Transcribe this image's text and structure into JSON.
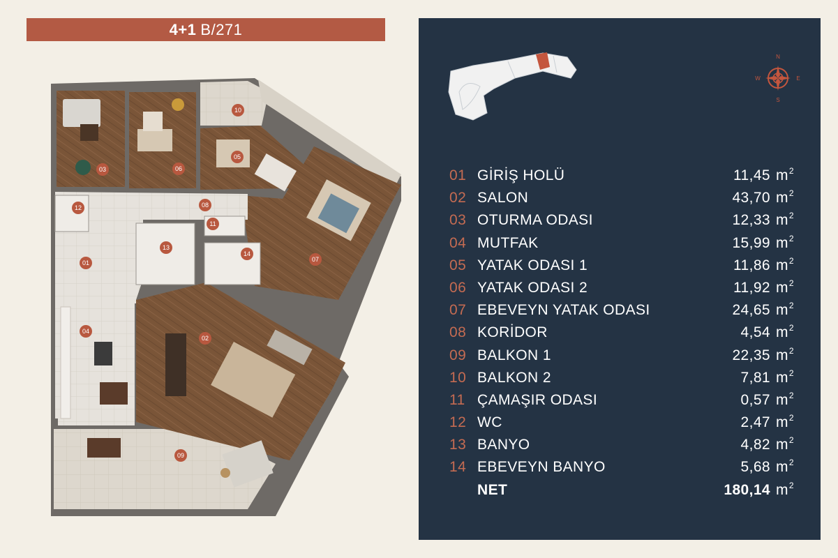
{
  "header": {
    "type_bold": "4+1",
    "type_rest": "B/271"
  },
  "compass": {
    "n": "N",
    "e": "E",
    "s": "S",
    "w": "W"
  },
  "unit_label": "m",
  "unit_power": "2",
  "rooms": [
    {
      "num": "01",
      "name": "GİRİŞ HOLÜ",
      "area": "11,45"
    },
    {
      "num": "02",
      "name": "SALON",
      "area": "43,70"
    },
    {
      "num": "03",
      "name": "OTURMA ODASI",
      "area": "12,33"
    },
    {
      "num": "04",
      "name": "MUTFAK",
      "area": "15,99"
    },
    {
      "num": "05",
      "name": "YATAK ODASI 1",
      "area": "11,86"
    },
    {
      "num": "06",
      "name": "YATAK ODASI 2",
      "area": "11,92"
    },
    {
      "num": "07",
      "name": "EBEVEYN YATAK ODASI",
      "area": "24,65"
    },
    {
      "num": "08",
      "name": "KORİDOR",
      "area": "4,54"
    },
    {
      "num": "09",
      "name": "BALKON 1",
      "area": "22,35"
    },
    {
      "num": "10",
      "name": "BALKON 2",
      "area": "7,81"
    },
    {
      "num": "11",
      "name": "ÇAMAŞIR ODASI",
      "area": "0,57"
    },
    {
      "num": "12",
      "name": "WC",
      "area": "2,47"
    },
    {
      "num": "13",
      "name": "BANYO",
      "area": "4,82"
    },
    {
      "num": "14",
      "name": "EBEVEYN BANYO",
      "area": "5,68"
    }
  ],
  "net": {
    "name": "NET",
    "area": "180,14"
  },
  "colors": {
    "accent": "#b35a44",
    "panel": "#243344",
    "background": "#f3efe6",
    "wood": "#7a5538",
    "number_marker": "#b8583f"
  },
  "plan_labels": {
    "r01": "01",
    "r02": "02",
    "r03": "03",
    "r04": "04",
    "r05": "05",
    "r06": "06",
    "r07": "07",
    "r08": "08",
    "r09": "09",
    "r10": "10",
    "r11": "11",
    "r12": "12",
    "r13": "13",
    "r14": "14"
  }
}
